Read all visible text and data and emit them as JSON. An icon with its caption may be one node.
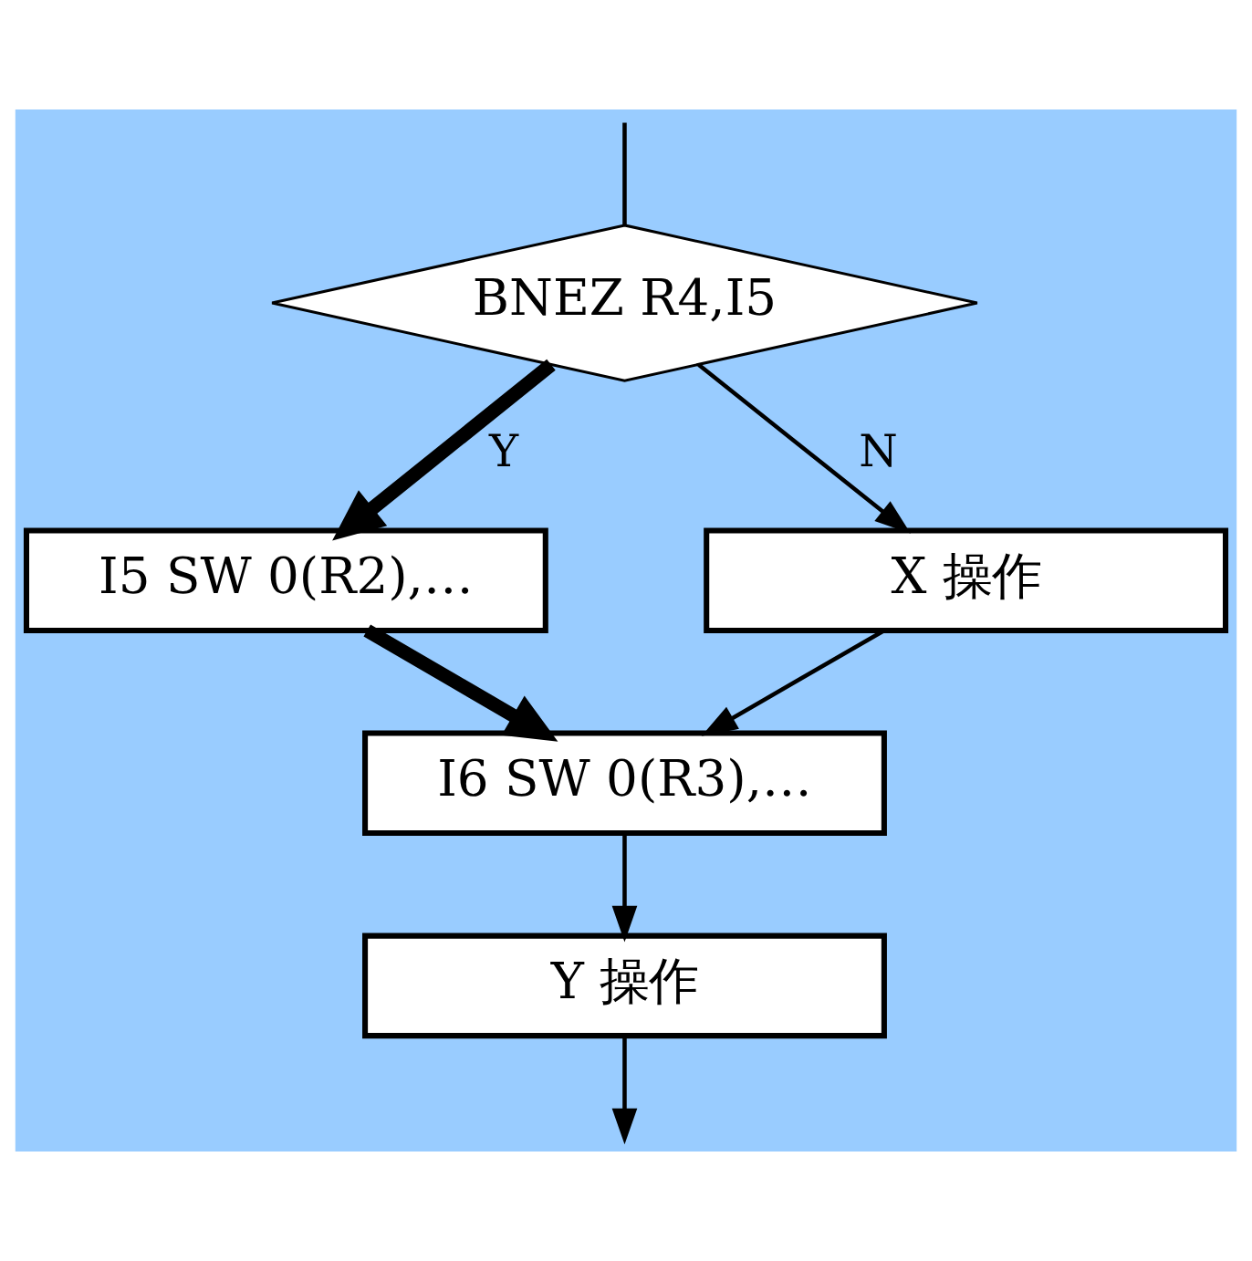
{
  "diagram": {
    "nodes": [
      {
        "text": [
          "BNEZ R4,I5"
        ]
      },
      {
        "text": [
          "I5 SW 0(R2),…"
        ]
      },
      {
        "text": [
          "X 操作"
        ]
      },
      {
        "text": [
          "I6 SW 0(R3),…"
        ]
      },
      {
        "text": [
          "Y 操作"
        ]
      }
    ],
    "edges": [
      {
        "from": null,
        "to": 0,
        "arrow": "none"
      },
      {
        "from": 0,
        "to": 1,
        "arrow": "to",
        "label": "Y",
        "style": "thick"
      },
      {
        "from": 0,
        "to": 2,
        "arrow": "to",
        "label": "N"
      },
      {
        "from": 1,
        "to": 3,
        "arrow": "to",
        "style": "thick"
      },
      {
        "from": 2,
        "to": 3,
        "arrow": "to"
      },
      {
        "from": 3,
        "to": 4,
        "arrow": "to"
      },
      {
        "from": 4,
        "to": null,
        "arrow": "to"
      }
    ]
  }
}
